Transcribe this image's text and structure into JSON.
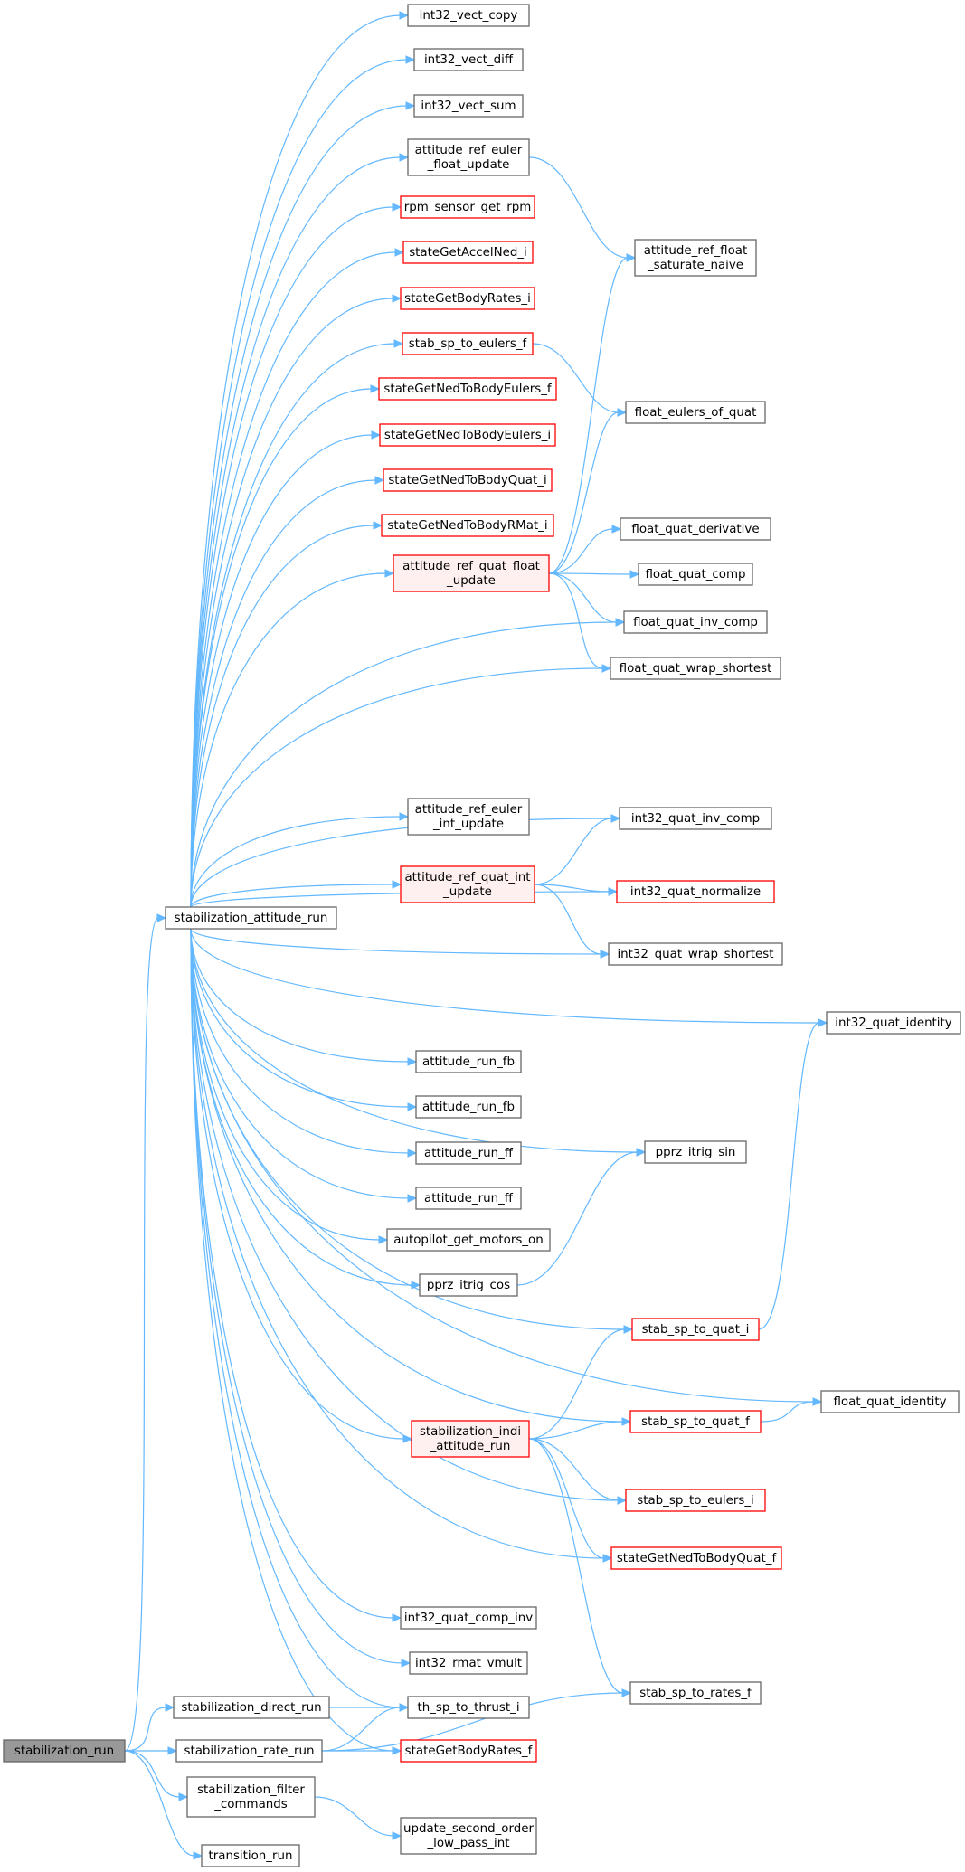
{
  "colors": {
    "edge": "#63b8ff",
    "node_border": "#666666",
    "node_fill": "#ffffff",
    "external_border": "#ff0000",
    "external_fill": "#ffffff",
    "highlight_fill": "#fff0f0",
    "root_fill": "#999999",
    "root_border": "#666666"
  },
  "nodes": [
    {
      "id": "stabilization_run",
      "lines": [
        "stabilization_run"
      ],
      "style": "root"
    },
    {
      "id": "stabilization_attitude_run",
      "lines": [
        "stabilization_attitude_run"
      ],
      "style": "normal"
    },
    {
      "id": "stabilization_direct_run",
      "lines": [
        "stabilization_direct_run"
      ],
      "style": "normal"
    },
    {
      "id": "stabilization_rate_run",
      "lines": [
        "stabilization_rate_run"
      ],
      "style": "normal"
    },
    {
      "id": "stabilization_filter_commands",
      "lines": [
        "stabilization_filter",
        "_commands"
      ],
      "style": "normal"
    },
    {
      "id": "transition_run",
      "lines": [
        "transition_run"
      ],
      "style": "normal"
    },
    {
      "id": "int32_vect_copy",
      "lines": [
        "int32_vect_copy"
      ],
      "style": "normal"
    },
    {
      "id": "int32_vect_diff",
      "lines": [
        "int32_vect_diff"
      ],
      "style": "normal"
    },
    {
      "id": "int32_vect_sum",
      "lines": [
        "int32_vect_sum"
      ],
      "style": "normal"
    },
    {
      "id": "attitude_ref_euler_float_update",
      "lines": [
        "attitude_ref_euler",
        "_float_update"
      ],
      "style": "normal"
    },
    {
      "id": "rpm_sensor_get_rpm",
      "lines": [
        "rpm_sensor_get_rpm"
      ],
      "style": "external"
    },
    {
      "id": "stateGetAccelNed_i",
      "lines": [
        "stateGetAccelNed_i"
      ],
      "style": "external"
    },
    {
      "id": "stateGetBodyRates_i",
      "lines": [
        "stateGetBodyRates_i"
      ],
      "style": "external"
    },
    {
      "id": "stab_sp_to_eulers_f",
      "lines": [
        "stab_sp_to_eulers_f"
      ],
      "style": "external"
    },
    {
      "id": "stateGetNedToBodyEulers_f",
      "lines": [
        "stateGetNedToBodyEulers_f"
      ],
      "style": "external"
    },
    {
      "id": "stateGetNedToBodyEulers_i",
      "lines": [
        "stateGetNedToBodyEulers_i"
      ],
      "style": "external"
    },
    {
      "id": "stateGetNedToBodyQuat_i",
      "lines": [
        "stateGetNedToBodyQuat_i"
      ],
      "style": "external"
    },
    {
      "id": "stateGetNedToBodyRMat_i",
      "lines": [
        "stateGetNedToBodyRMat_i"
      ],
      "style": "external"
    },
    {
      "id": "attitude_ref_quat_float_update",
      "lines": [
        "attitude_ref_quat_float",
        "_update"
      ],
      "style": "highlight"
    },
    {
      "id": "attitude_ref_euler_int_update",
      "lines": [
        "attitude_ref_euler",
        "_int_update"
      ],
      "style": "normal"
    },
    {
      "id": "attitude_ref_quat_int_update",
      "lines": [
        "attitude_ref_quat_int",
        "_update"
      ],
      "style": "highlight"
    },
    {
      "id": "attitude_run_fb_1",
      "lines": [
        "attitude_run_fb"
      ],
      "style": "normal"
    },
    {
      "id": "attitude_run_fb_2",
      "lines": [
        "attitude_run_fb"
      ],
      "style": "normal"
    },
    {
      "id": "attitude_run_ff_1",
      "lines": [
        "attitude_run_ff"
      ],
      "style": "normal"
    },
    {
      "id": "attitude_run_ff_2",
      "lines": [
        "attitude_run_ff"
      ],
      "style": "normal"
    },
    {
      "id": "autopilot_get_motors_on",
      "lines": [
        "autopilot_get_motors_on"
      ],
      "style": "normal"
    },
    {
      "id": "pprz_itrig_cos",
      "lines": [
        "pprz_itrig_cos"
      ],
      "style": "normal"
    },
    {
      "id": "stabilization_indi_attitude_run",
      "lines": [
        "stabilization_indi",
        "_attitude_run"
      ],
      "style": "highlight"
    },
    {
      "id": "int32_quat_comp_inv",
      "lines": [
        "int32_quat_comp_inv"
      ],
      "style": "normal"
    },
    {
      "id": "int32_rmat_vmult",
      "lines": [
        "int32_rmat_vmult"
      ],
      "style": "normal"
    },
    {
      "id": "th_sp_to_thrust_i",
      "lines": [
        "th_sp_to_thrust_i"
      ],
      "style": "normal"
    },
    {
      "id": "stateGetBodyRates_f",
      "lines": [
        "stateGetBodyRates_f"
      ],
      "style": "external"
    },
    {
      "id": "update_second_order_low_pass_int",
      "lines": [
        "update_second_order",
        "_low_pass_int"
      ],
      "style": "normal"
    },
    {
      "id": "attitude_ref_float_saturate_naive",
      "lines": [
        "attitude_ref_float",
        "_saturate_naive"
      ],
      "style": "normal"
    },
    {
      "id": "float_eulers_of_quat",
      "lines": [
        "float_eulers_of_quat"
      ],
      "style": "normal"
    },
    {
      "id": "float_quat_derivative",
      "lines": [
        "float_quat_derivative"
      ],
      "style": "normal"
    },
    {
      "id": "float_quat_comp",
      "lines": [
        "float_quat_comp"
      ],
      "style": "normal"
    },
    {
      "id": "float_quat_inv_comp",
      "lines": [
        "float_quat_inv_comp"
      ],
      "style": "normal"
    },
    {
      "id": "float_quat_wrap_shortest",
      "lines": [
        "float_quat_wrap_shortest"
      ],
      "style": "normal"
    },
    {
      "id": "int32_quat_inv_comp",
      "lines": [
        "int32_quat_inv_comp"
      ],
      "style": "normal"
    },
    {
      "id": "int32_quat_normalize",
      "lines": [
        "int32_quat_normalize"
      ],
      "style": "external"
    },
    {
      "id": "int32_quat_wrap_shortest",
      "lines": [
        "int32_quat_wrap_shortest"
      ],
      "style": "normal"
    },
    {
      "id": "pprz_itrig_sin",
      "lines": [
        "pprz_itrig_sin"
      ],
      "style": "normal"
    },
    {
      "id": "stab_sp_to_quat_i",
      "lines": [
        "stab_sp_to_quat_i"
      ],
      "style": "external"
    },
    {
      "id": "stab_sp_to_quat_f",
      "lines": [
        "stab_sp_to_quat_f"
      ],
      "style": "external"
    },
    {
      "id": "stab_sp_to_eulers_i",
      "lines": [
        "stab_sp_to_eulers_i"
      ],
      "style": "external"
    },
    {
      "id": "stateGetNedToBodyQuat_f",
      "lines": [
        "stateGetNedToBodyQuat_f"
      ],
      "style": "external"
    },
    {
      "id": "stab_sp_to_rates_f",
      "lines": [
        "stab_sp_to_rates_f"
      ],
      "style": "normal"
    },
    {
      "id": "int32_quat_identity",
      "lines": [
        "int32_quat_identity"
      ],
      "style": "normal"
    },
    {
      "id": "float_quat_identity",
      "lines": [
        "float_quat_identity"
      ],
      "style": "normal"
    }
  ],
  "edges": [
    [
      "stabilization_run",
      "stabilization_attitude_run"
    ],
    [
      "stabilization_run",
      "stabilization_direct_run"
    ],
    [
      "stabilization_run",
      "stabilization_rate_run"
    ],
    [
      "stabilization_run",
      "stabilization_filter_commands"
    ],
    [
      "stabilization_run",
      "transition_run"
    ],
    [
      "stabilization_attitude_run",
      "int32_vect_copy"
    ],
    [
      "stabilization_attitude_run",
      "int32_vect_diff"
    ],
    [
      "stabilization_attitude_run",
      "int32_vect_sum"
    ],
    [
      "stabilization_attitude_run",
      "attitude_ref_euler_float_update"
    ],
    [
      "stabilization_attitude_run",
      "rpm_sensor_get_rpm"
    ],
    [
      "stabilization_attitude_run",
      "stateGetAccelNed_i"
    ],
    [
      "stabilization_attitude_run",
      "stateGetBodyRates_i"
    ],
    [
      "stabilization_attitude_run",
      "stab_sp_to_eulers_f"
    ],
    [
      "stabilization_attitude_run",
      "stateGetNedToBodyEulers_f"
    ],
    [
      "stabilization_attitude_run",
      "stateGetNedToBodyEulers_i"
    ],
    [
      "stabilization_attitude_run",
      "stateGetNedToBodyQuat_i"
    ],
    [
      "stabilization_attitude_run",
      "stateGetNedToBodyRMat_i"
    ],
    [
      "stabilization_attitude_run",
      "attitude_ref_quat_float_update"
    ],
    [
      "stabilization_attitude_run",
      "float_quat_inv_comp"
    ],
    [
      "stabilization_attitude_run",
      "float_quat_wrap_shortest"
    ],
    [
      "stabilization_attitude_run",
      "int32_quat_identity"
    ],
    [
      "stabilization_attitude_run",
      "int32_quat_inv_comp"
    ],
    [
      "stabilization_attitude_run",
      "attitude_ref_euler_int_update"
    ],
    [
      "stabilization_attitude_run",
      "int32_quat_normalize"
    ],
    [
      "stabilization_attitude_run",
      "attitude_ref_quat_int_update"
    ],
    [
      "stabilization_attitude_run",
      "int32_quat_wrap_shortest"
    ],
    [
      "stabilization_attitude_run",
      "pprz_itrig_sin"
    ],
    [
      "stabilization_attitude_run",
      "attitude_run_fb_1"
    ],
    [
      "stabilization_attitude_run",
      "attitude_run_fb_2"
    ],
    [
      "stabilization_attitude_run",
      "attitude_run_ff_1"
    ],
    [
      "stabilization_attitude_run",
      "attitude_run_ff_2"
    ],
    [
      "stabilization_attitude_run",
      "autopilot_get_motors_on"
    ],
    [
      "stabilization_attitude_run",
      "pprz_itrig_cos"
    ],
    [
      "stabilization_attitude_run",
      "stab_sp_to_quat_i"
    ],
    [
      "stabilization_attitude_run",
      "float_quat_identity"
    ],
    [
      "stabilization_attitude_run",
      "stab_sp_to_quat_f"
    ],
    [
      "stabilization_attitude_run",
      "stabilization_indi_attitude_run"
    ],
    [
      "stabilization_attitude_run",
      "stab_sp_to_eulers_i"
    ],
    [
      "stabilization_attitude_run",
      "stateGetNedToBodyQuat_f"
    ],
    [
      "stabilization_attitude_run",
      "int32_quat_comp_inv"
    ],
    [
      "stabilization_attitude_run",
      "int32_rmat_vmult"
    ],
    [
      "stabilization_attitude_run",
      "th_sp_to_thrust_i"
    ],
    [
      "stabilization_attitude_run",
      "stateGetBodyRates_f"
    ],
    [
      "attitude_ref_euler_float_update",
      "attitude_ref_float_saturate_naive"
    ],
    [
      "stab_sp_to_eulers_f",
      "float_eulers_of_quat"
    ],
    [
      "attitude_ref_quat_float_update",
      "attitude_ref_float_saturate_naive"
    ],
    [
      "attitude_ref_quat_float_update",
      "float_eulers_of_quat"
    ],
    [
      "attitude_ref_quat_float_update",
      "float_quat_derivative"
    ],
    [
      "attitude_ref_quat_float_update",
      "float_quat_comp"
    ],
    [
      "attitude_ref_quat_float_update",
      "float_quat_inv_comp"
    ],
    [
      "attitude_ref_quat_float_update",
      "float_quat_wrap_shortest"
    ],
    [
      "attitude_ref_quat_int_update",
      "int32_quat_inv_comp"
    ],
    [
      "attitude_ref_quat_int_update",
      "int32_quat_normalize"
    ],
    [
      "attitude_ref_quat_int_update",
      "int32_quat_wrap_shortest"
    ],
    [
      "pprz_itrig_cos",
      "pprz_itrig_sin"
    ],
    [
      "stab_sp_to_quat_i",
      "int32_quat_identity"
    ],
    [
      "stab_sp_to_quat_f",
      "float_quat_identity"
    ],
    [
      "stabilization_indi_attitude_run",
      "stab_sp_to_quat_i"
    ],
    [
      "stabilization_indi_attitude_run",
      "stab_sp_to_quat_f"
    ],
    [
      "stabilization_indi_attitude_run",
      "stab_sp_to_eulers_i"
    ],
    [
      "stabilization_indi_attitude_run",
      "stateGetNedToBodyQuat_f"
    ],
    [
      "stabilization_indi_attitude_run",
      "stab_sp_to_rates_f"
    ],
    [
      "stabilization_direct_run",
      "th_sp_to_thrust_i"
    ],
    [
      "stabilization_rate_run",
      "th_sp_to_thrust_i"
    ],
    [
      "stabilization_rate_run",
      "stateGetBodyRates_f"
    ],
    [
      "stabilization_rate_run",
      "stab_sp_to_rates_f"
    ],
    [
      "stabilization_filter_commands",
      "update_second_order_low_pass_int"
    ]
  ]
}
